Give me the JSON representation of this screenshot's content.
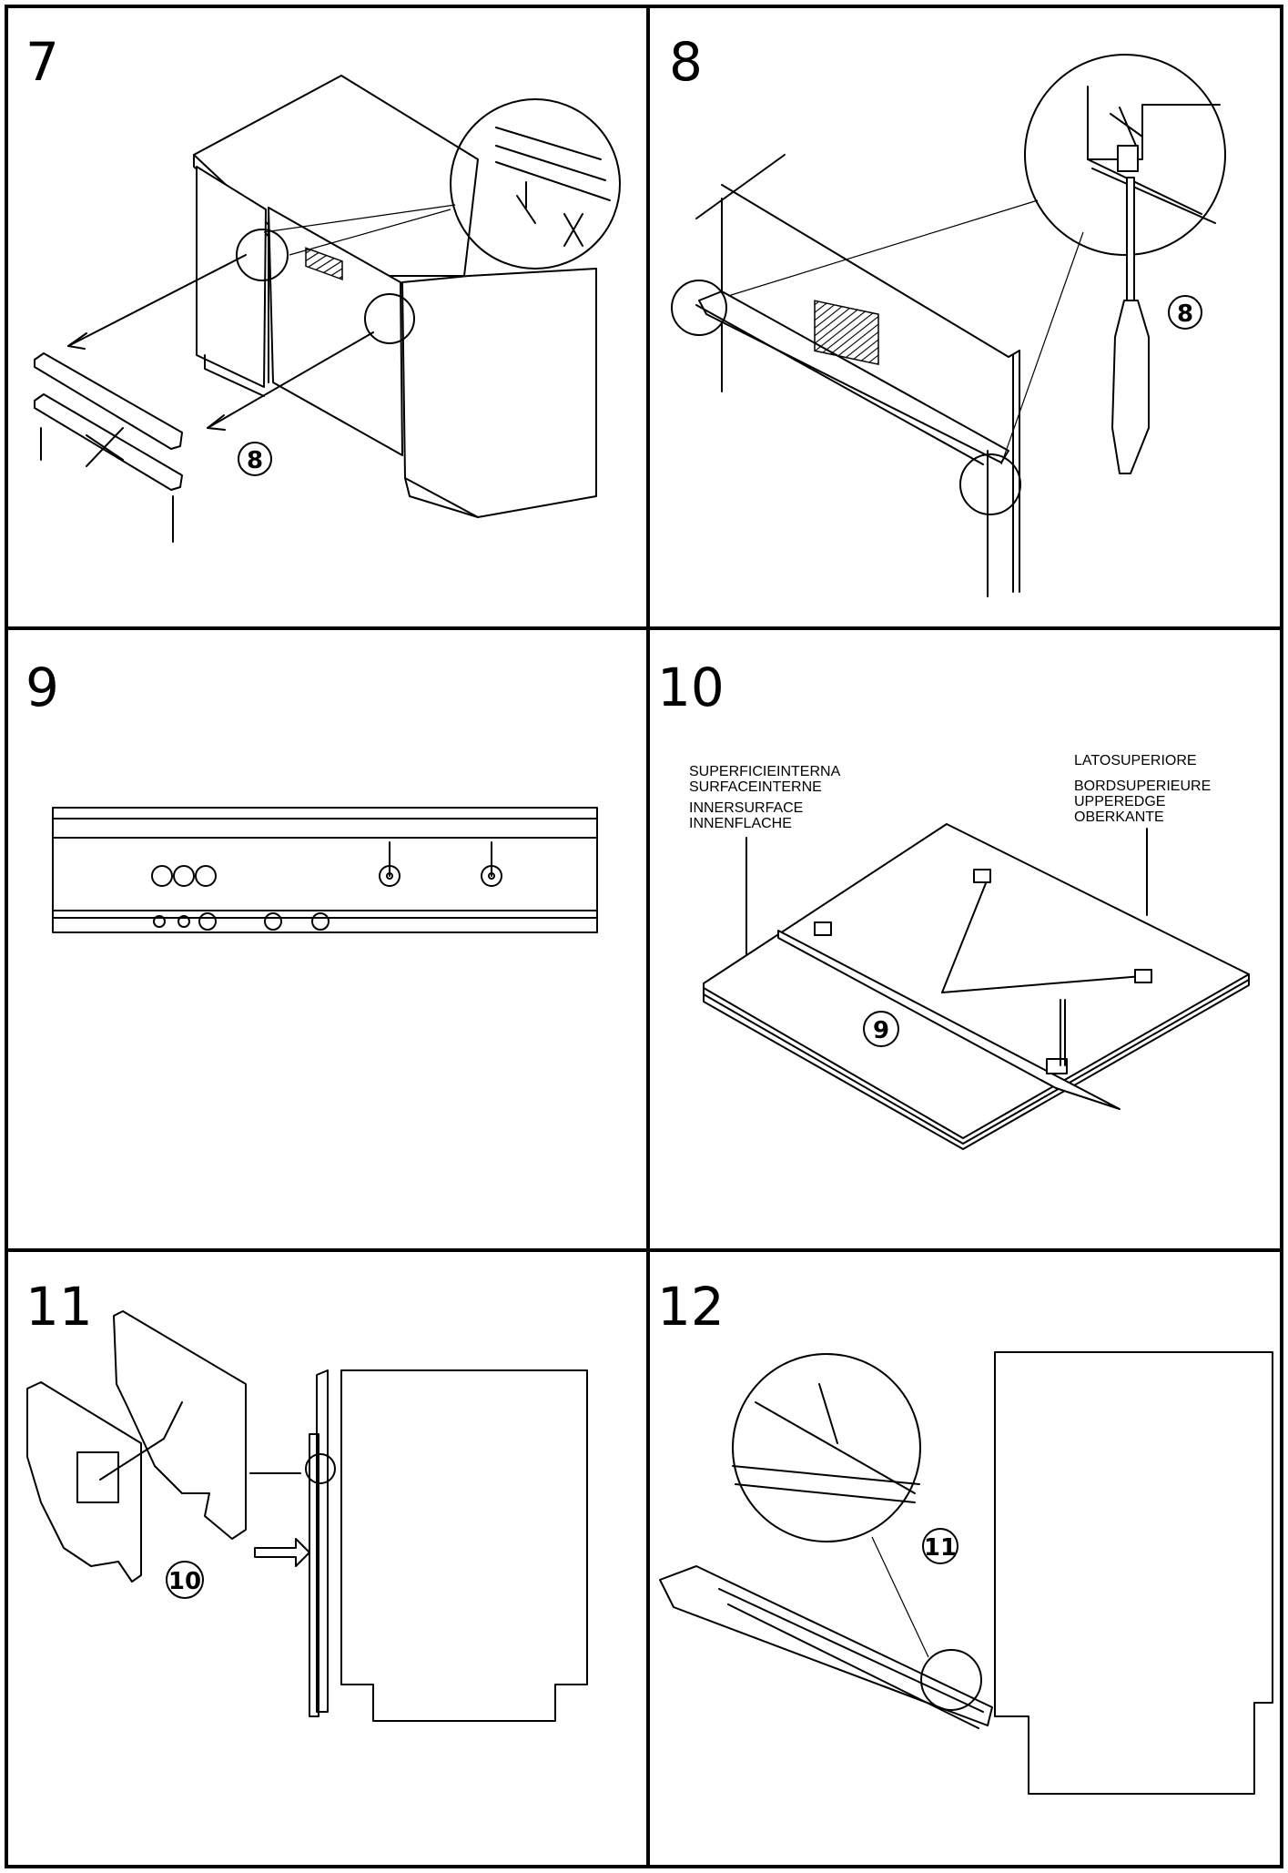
{
  "panels": [
    {
      "number": "7",
      "callout": "8"
    },
    {
      "number": "8",
      "callout": "8"
    },
    {
      "number": "9"
    },
    {
      "number": "10",
      "callout": "9",
      "inner_surface_labels": [
        "SUPERFICIEINTERNA",
        "SURFACEINTERNE",
        "INNERSURFACE",
        "INNENFLACHE"
      ],
      "upper_edge_labels": [
        "LATOSUPERIORE",
        "BORDSUPERIEURE",
        "UPPEREDGE",
        "OBERKANTE"
      ]
    },
    {
      "number": "11",
      "callout": "10"
    },
    {
      "number": "12",
      "callout": "11"
    }
  ]
}
